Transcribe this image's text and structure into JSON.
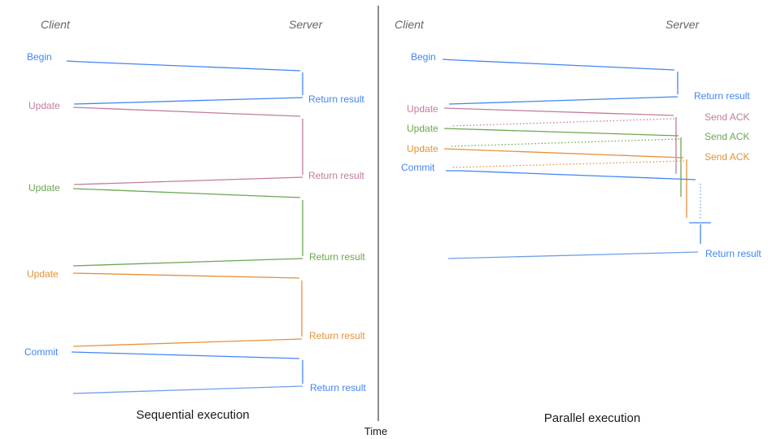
{
  "colors": {
    "blue": "#4285F4",
    "blue_light": "#6D9EEB",
    "pink": "#C27BA0",
    "green": "#6AA84F",
    "orange": "#E69138",
    "axis": "#4d4d4d",
    "header": "#666666",
    "caption": "#1a1a1a"
  },
  "left_panel": {
    "title": "Sequential execution",
    "client_header": "Client",
    "server_header": "Server",
    "messages": [
      {
        "request": "Begin",
        "response": "Return result"
      },
      {
        "request": "Update",
        "response": "Return result"
      },
      {
        "request": "Update",
        "response": "Return result"
      },
      {
        "request": "Update",
        "response": "Return result"
      },
      {
        "request": "Commit",
        "response": "Return result"
      }
    ]
  },
  "right_panel": {
    "title": "Parallel execution",
    "client_header": "Client",
    "server_header": "Server",
    "messages": [
      {
        "request": "Begin",
        "response": "Return result"
      },
      {
        "request": "Update",
        "response": "Send ACK"
      },
      {
        "request": "Update",
        "response": "Send ACK"
      },
      {
        "request": "Update",
        "response": "Send ACK"
      },
      {
        "request": "Commit",
        "response": "Return result"
      }
    ]
  },
  "time_axis": {
    "label": "Time"
  }
}
